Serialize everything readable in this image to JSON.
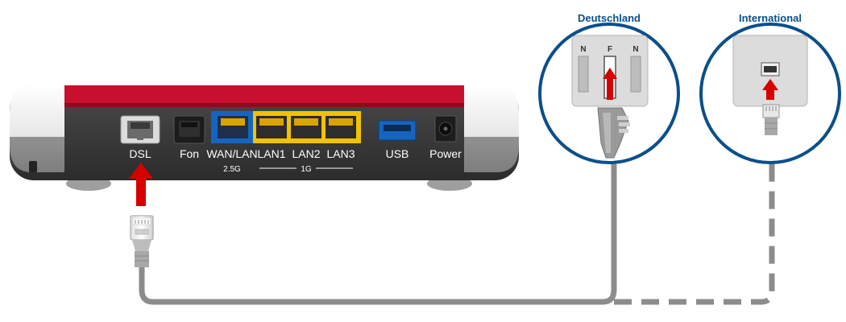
{
  "router": {
    "ports": {
      "dsl": "DSL",
      "fon": "Fon",
      "wan_lan": "WAN/LAN",
      "lan1": "LAN1",
      "lan2": "LAN2",
      "lan3": "LAN3",
      "usb": "USB",
      "power": "Power"
    },
    "speed_wan": "2.5G",
    "speed_lan": "1G"
  },
  "sockets": {
    "deutschland": {
      "title": "Deutschland",
      "slot_left": "N",
      "slot_center": "F",
      "slot_right": "N"
    },
    "international": {
      "title": "International"
    }
  },
  "colors": {
    "red_stripe": "#c8102e",
    "arrow_red": "#d50000",
    "wan_blue": "#1565c0",
    "lan_yellow": "#f2c200",
    "circle_blue": "#0b4f8a",
    "cable_gray": "#8c8c8c",
    "body_dark": "#3a3a3a"
  },
  "icons": [
    "arrow-up-icon",
    "ethernet-plug-icon",
    "tae-plug-icon"
  ]
}
